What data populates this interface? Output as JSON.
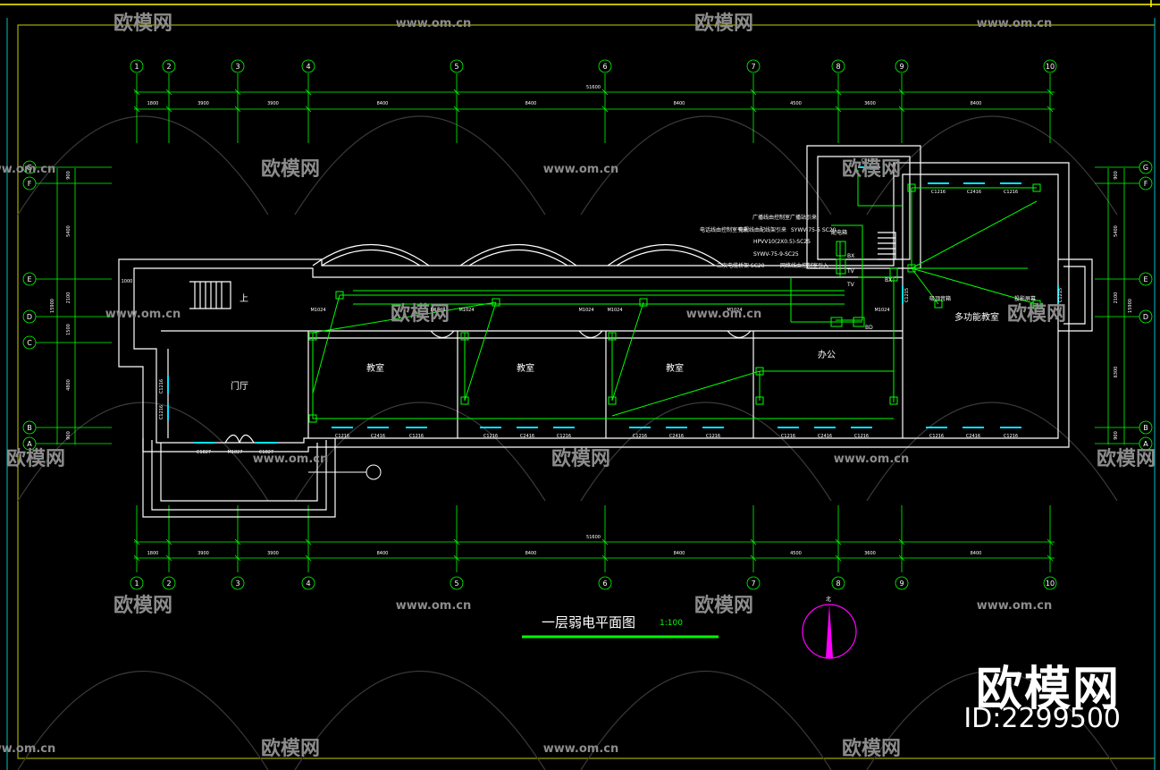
{
  "drawing": {
    "title": "一层弱电平面图",
    "scale": "1:100",
    "north_label": "北"
  },
  "colors": {
    "axis": "#00ff00",
    "wall": "#ffffff",
    "wire": "#00ff00",
    "text": "#ffffff",
    "frame": "#ffff00",
    "north": "#ff00ff",
    "watermark": "#9a9a9a"
  },
  "axes": {
    "columns": [
      "1",
      "2",
      "3",
      "4",
      "5",
      "6",
      "7",
      "8",
      "9",
      "10"
    ],
    "rows_left": [
      "G",
      "F",
      "E",
      "D",
      "C",
      "B",
      "A"
    ],
    "rows_right": [
      "G",
      "F",
      "E",
      "D",
      "B",
      "A"
    ]
  },
  "dimensions": {
    "top_total": "51600",
    "top_spans": [
      "1800",
      "3900",
      "3900",
      "8400",
      "8400",
      "8400",
      "4500",
      "3600",
      "8400"
    ],
    "bottom_total": "51600",
    "bottom_spans": [
      "1800",
      "3900",
      "3900",
      "8400",
      "8400",
      "8400",
      "4500",
      "3600",
      "8400"
    ],
    "left_total": "15900",
    "left_spans": [
      "900",
      "5400",
      "2100",
      "1500",
      "4800",
      "900"
    ],
    "right_total": "15900",
    "right_spans": [
      "900",
      "5400",
      "2100",
      "6300",
      "900"
    ],
    "left_extra": "1000"
  },
  "rooms": {
    "hall": "门厅",
    "class1": "教室",
    "class2": "教室",
    "class3": "教室",
    "office": "办公",
    "multi": "多功能教室",
    "stair_label": "上"
  },
  "windows": {
    "south": [
      "C1216",
      "C2416",
      "C1216",
      "C1216",
      "C2416",
      "C1216",
      "C1216",
      "C2416",
      "C1216",
      "C1216",
      "C2416",
      "C1216",
      "C1216",
      "C2416",
      "C1216"
    ],
    "north_multi": [
      "C1216",
      "C2416",
      "C1216"
    ],
    "doors": [
      "M1024",
      "M1024",
      "M1024",
      "M1024",
      "M1024",
      "M1024",
      "M1024"
    ],
    "entry": [
      "C1827",
      "M1827",
      "C1827"
    ],
    "side": [
      "C1216",
      "C1216",
      "C0615",
      "C1215",
      "C1215"
    ]
  },
  "cable_notes": [
    "广播线由控制室广播站引来",
    "电话线由控制室引来",
    "电视线由配线架引来",
    "SYWV-75-5 SC20",
    "HPVV10(2X0.5)-SC25",
    "SYWV-75-9-SC25",
    "二次电缆桥架 SC20",
    "网络线由控制室引入",
    "配电箱",
    "接线箱"
  ],
  "equipment": {
    "box1": "BX",
    "box2": "TV",
    "box3": "BX",
    "box4": "TV",
    "box5": "BD",
    "speaker": "吸顶音箱",
    "screen": "投影屏幕"
  },
  "watermark": {
    "brand": "欧模网",
    "url": "www.om.cn",
    "id": "ID:2299500"
  }
}
